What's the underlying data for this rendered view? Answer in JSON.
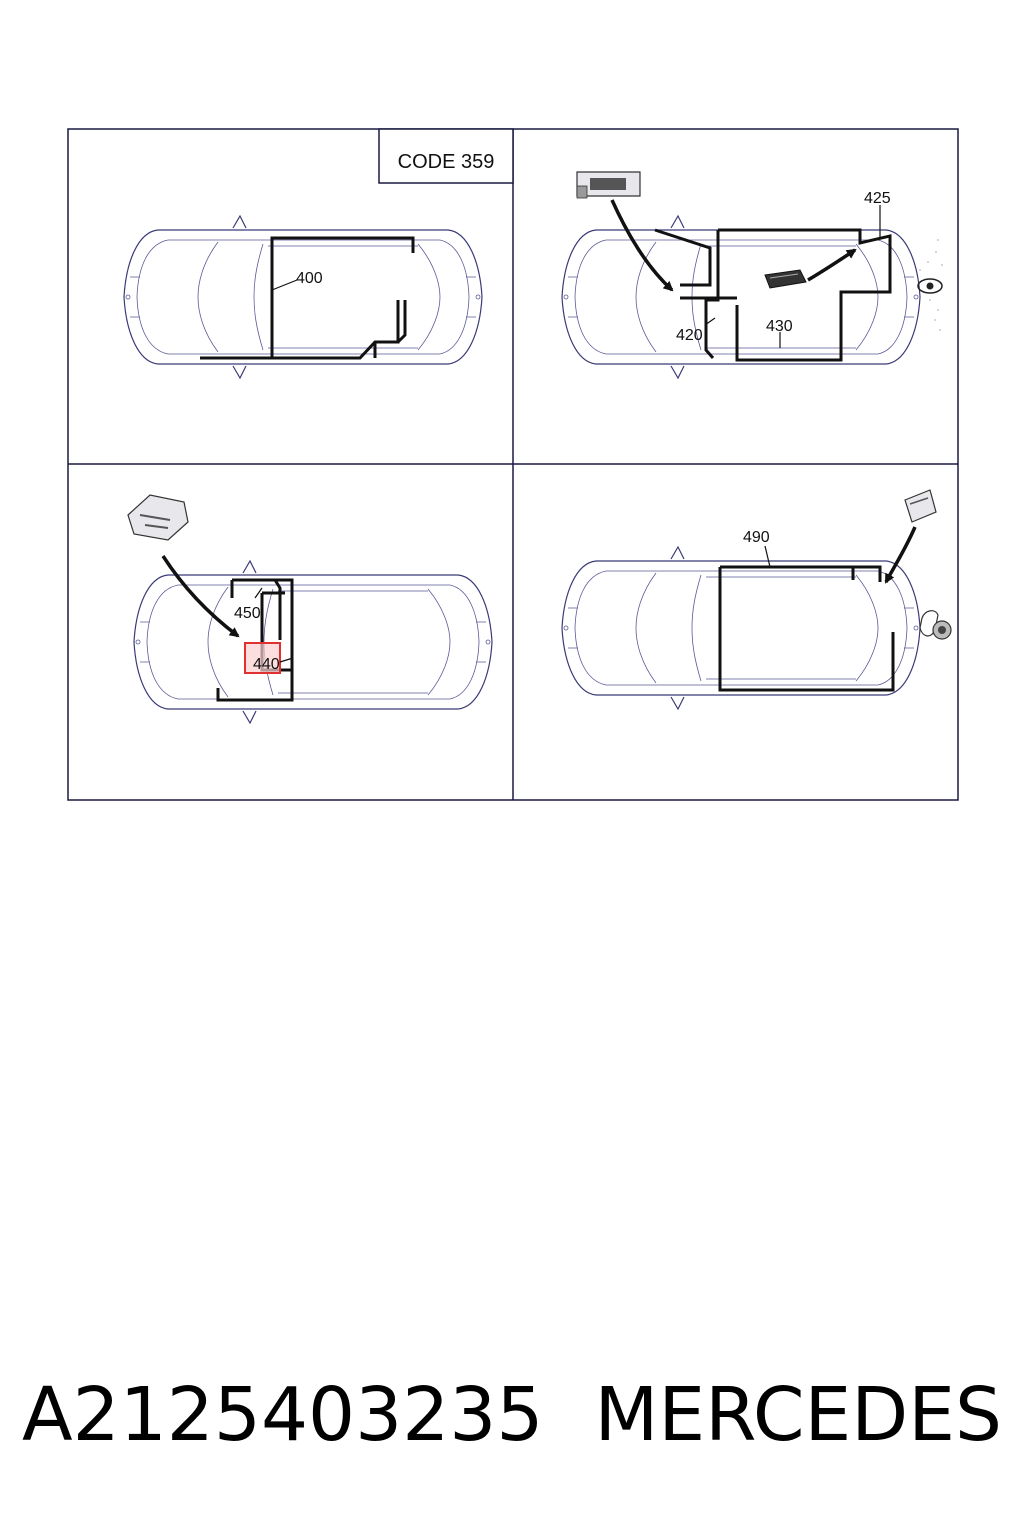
{
  "code_box": "CODE 359",
  "labels": {
    "l400": "400",
    "l425": "425",
    "l420": "420",
    "l430": "430",
    "l450": "450",
    "l440": "440",
    "l490": "490"
  },
  "highlight_color": "#e03030",
  "caption": {
    "part_number": "A2125403235",
    "brand": "MERCEDES"
  }
}
